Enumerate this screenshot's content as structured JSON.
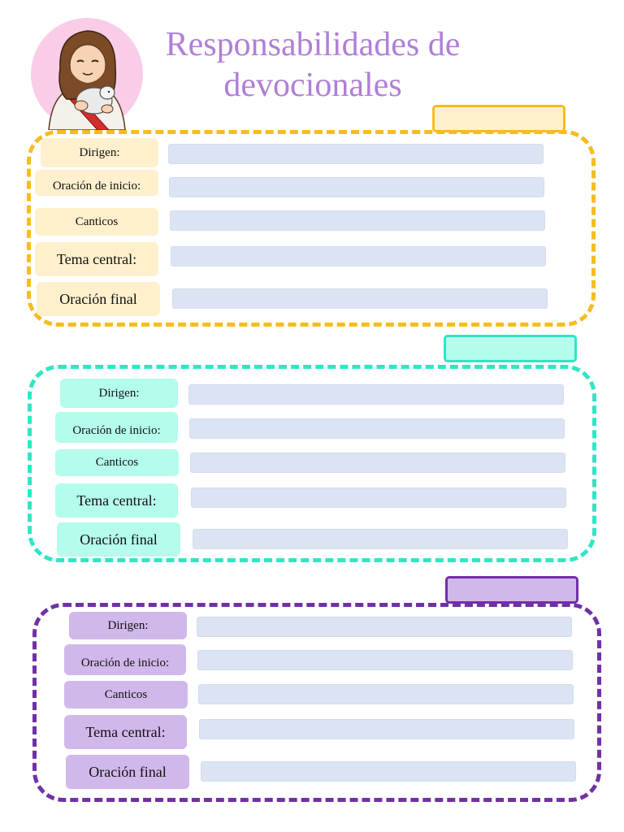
{
  "header": {
    "title_line1": "Responsabilidades de",
    "title_line2": "devocionales"
  },
  "colors": {
    "title": "#b07fd6",
    "section1_border": "#f7bc1f",
    "section1_fill": "#fff0cd",
    "section2_border": "#2ee6c5",
    "section2_fill": "#b4fcec",
    "section3_border": "#7130a6",
    "section3_fill": "#d1b8ea",
    "field": "#dce4f3"
  },
  "sections": [
    {
      "tab_text": "",
      "rows": [
        {
          "label": "Dirigen:",
          "value": ""
        },
        {
          "label": "Oración de inicio:",
          "value": ""
        },
        {
          "label": "Canticos",
          "value": ""
        },
        {
          "label": "Tema central:",
          "value": ""
        },
        {
          "label": "Oración final",
          "value": ""
        }
      ]
    },
    {
      "tab_text": "",
      "rows": [
        {
          "label": "Dirigen:",
          "value": ""
        },
        {
          "label": "Oración de inicio:",
          "value": ""
        },
        {
          "label": "Canticos",
          "value": ""
        },
        {
          "label": "Tema central:",
          "value": ""
        },
        {
          "label": "Oración final",
          "value": ""
        }
      ]
    },
    {
      "tab_text": "",
      "rows": [
        {
          "label": "Dirigen:",
          "value": ""
        },
        {
          "label": "Oración de inicio:",
          "value": ""
        },
        {
          "label": "Canticos",
          "value": ""
        },
        {
          "label": "Tema central:",
          "value": ""
        },
        {
          "label": "Oración final",
          "value": ""
        }
      ]
    }
  ]
}
